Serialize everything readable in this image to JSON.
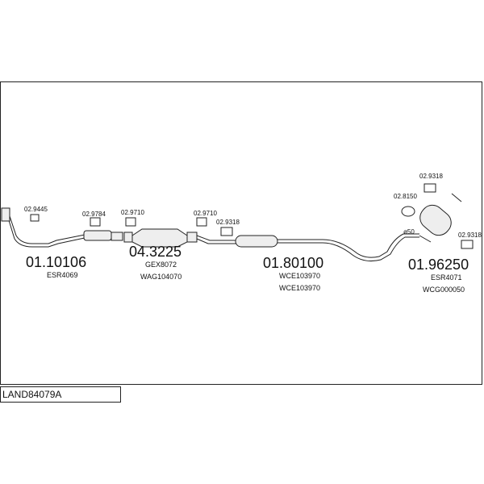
{
  "title": "LAND84079A",
  "parts": {
    "front_pipe": {
      "number": "01.10106",
      "ref": "ESR4069"
    },
    "catalyst": {
      "number": "04.3225",
      "ref1": "GEX8072",
      "ref2": "WAG104070"
    },
    "middle": {
      "number": "01.80100",
      "ref1": "WCE103970",
      "ref2": "WCE103970"
    },
    "rear": {
      "number": "01.96250",
      "ref1": "ESR4071",
      "ref2": "WCG000050"
    }
  },
  "accessories": {
    "a1": "02.9445",
    "a2": "02.9784",
    "a3": "02.9710",
    "a4": "02.9710",
    "a5": "02.9318",
    "a6": "02.8150",
    "a7": "02.9318",
    "a8": "02.9318"
  },
  "diameter_label": "ø50"
}
